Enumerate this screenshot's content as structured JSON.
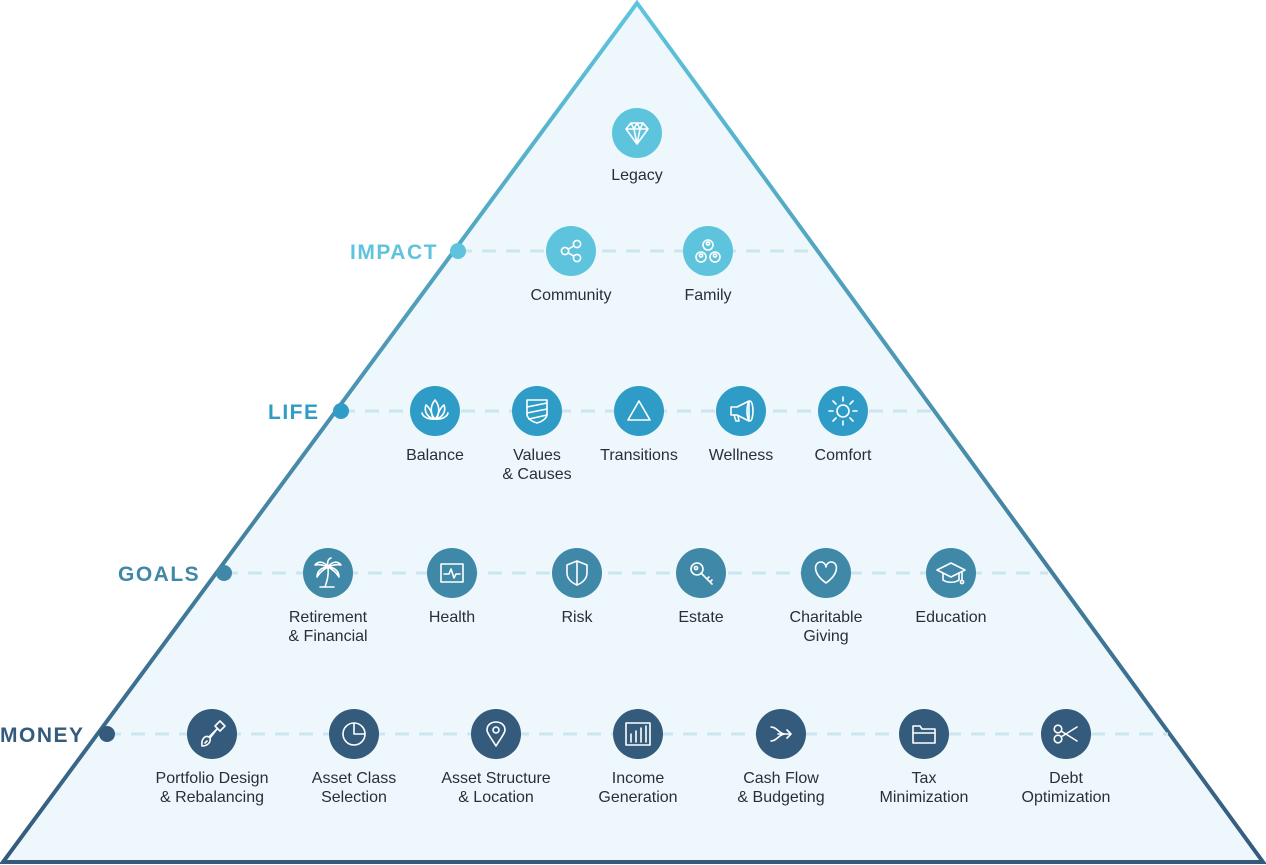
{
  "tiers": [
    {
      "key": "impact",
      "name": "IMPACT",
      "color": "#5ec4dd",
      "items": [
        {
          "label": "Community",
          "icon": "share-icon"
        },
        {
          "label": "Family",
          "icon": "family-icon"
        }
      ]
    },
    {
      "key": "life",
      "name": "LIFE",
      "color": "#2e9cc6",
      "items": [
        {
          "label": "Balance",
          "icon": "lotus-icon"
        },
        {
          "label": "Values\n& Causes",
          "icon": "badge-icon"
        },
        {
          "label": "Transitions",
          "icon": "triangle-icon"
        },
        {
          "label": "Wellness",
          "icon": "megaphone-icon"
        },
        {
          "label": "Comfort",
          "icon": "sun-icon"
        }
      ]
    },
    {
      "key": "goals",
      "name": "GOALS",
      "color": "#3f88a8",
      "items": [
        {
          "label": "Retirement\n& Financial",
          "icon": "palm-tree-icon"
        },
        {
          "label": "Health",
          "icon": "heartbeat-icon"
        },
        {
          "label": "Risk",
          "icon": "shield-icon"
        },
        {
          "label": "Estate",
          "icon": "key-icon"
        },
        {
          "label": "Charitable\nGiving",
          "icon": "heart-icon"
        },
        {
          "label": "Education",
          "icon": "graduation-cap-icon"
        }
      ]
    },
    {
      "key": "money",
      "name": "MONEY",
      "color": "#345a7c",
      "items": [
        {
          "label": "Portfolio Design\n& Rebalancing",
          "icon": "brush-icon"
        },
        {
          "label": "Asset Class\nSelection",
          "icon": "pie-chart-icon"
        },
        {
          "label": "Asset Structure\n& Location",
          "icon": "map-pin-icon"
        },
        {
          "label": "Income\nGeneration",
          "icon": "bar-chart-icon"
        },
        {
          "label": "Cash Flow\n& Budgeting",
          "icon": "flow-arrow-icon"
        },
        {
          "label": "Tax\nMinimization",
          "icon": "folder-icon"
        },
        {
          "label": "Debt\nOptimization",
          "icon": "scissors-icon"
        }
      ]
    }
  ],
  "apex": {
    "label": "Legacy",
    "icon": "diamond-icon",
    "color": "#5ec4dd"
  },
  "colors": {
    "fill": "#eef8fc",
    "edge_top": "#5ec4dd",
    "edge_bottom": "#345a7c"
  }
}
